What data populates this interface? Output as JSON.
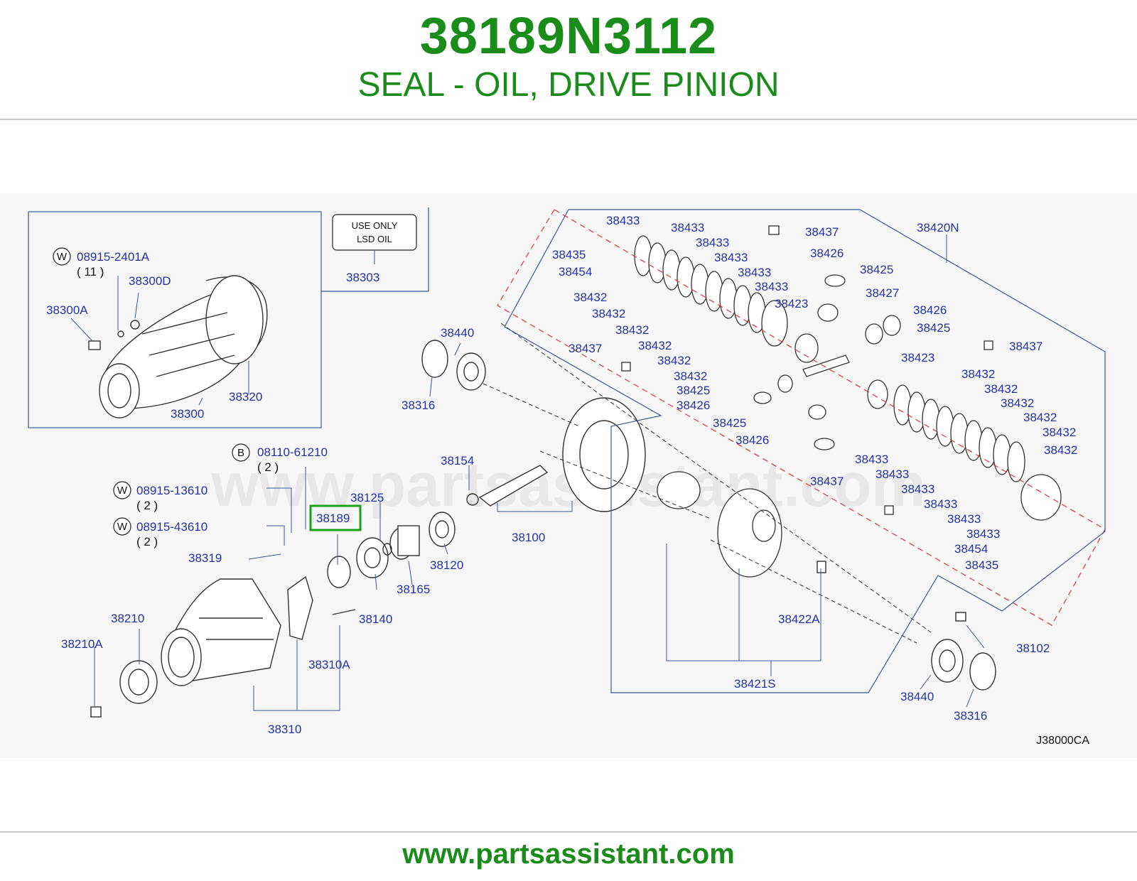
{
  "header": {
    "part_number": "38189N3112",
    "description": "SEAL - OIL, DRIVE PINION"
  },
  "footer": {
    "url": "www.partsassistant.com"
  },
  "diagram": {
    "code": "J38000CA",
    "watermark": "www.partsassistant.com",
    "highlighted": "38189",
    "note": {
      "line1": "USE   ONLY",
      "line2": "LSD   OIL"
    },
    "callouts": {
      "c0891524": "08915-2401A",
      "qty11": "( 11 )",
      "c38300D": "38300D",
      "c38300A": "38300A",
      "c38300": "38300",
      "c38320": "38320",
      "c38303": "38303",
      "c08110": "08110-61210",
      "qty2a": "( 2 )",
      "c0891513": "08915-13610",
      "qty2b": "( 2 )",
      "c0891543": "08915-43610",
      "qty2c": "( 2 )",
      "c38319": "38319",
      "c38125": "38125",
      "c38189": "38189",
      "c38140": "38140",
      "c38165": "38165",
      "c38120": "38120",
      "c38154": "38154",
      "c38100": "38100",
      "c38440a": "38440",
      "c38316a": "38316",
      "c38210": "38210",
      "c38210A": "38210A",
      "c38310A": "38310A",
      "c38310": "38310",
      "c38433a": "38433",
      "c38433b": "38433",
      "c38433c": "38433",
      "c38433d": "38433",
      "c38433e": "38433",
      "c38433f": "38433",
      "c38435a": "38435",
      "c38454a": "38454",
      "c38432a": "38432",
      "c38432b": "38432",
      "c38432c": "38432",
      "c38432d": "38432",
      "c38432e": "38432",
      "c38432f": "38432",
      "c38423a": "38423",
      "c38437a": "38437",
      "c38437b": "38437",
      "c38426a": "38426",
      "c38425a": "38425",
      "c38427": "38427",
      "c38426b": "38426",
      "c38425b": "38425",
      "c38437c": "38437",
      "c38423b": "38423",
      "c38420N": "38420N",
      "c38425c": "38425",
      "c38426c": "38426",
      "c38425d": "38425",
      "c38426d": "38426",
      "c38437d": "38437",
      "c38432g": "38432",
      "c38432h": "38432",
      "c38432i": "38432",
      "c38432j": "38432",
      "c38432k": "38432",
      "c38432l": "38432",
      "c38433g": "38433",
      "c38433h": "38433",
      "c38433i": "38433",
      "c38433j": "38433",
      "c38433k": "38433",
      "c38433l": "38433",
      "c38454b": "38454",
      "c38435b": "38435",
      "c38422A": "38422A",
      "c38421S": "38421S",
      "c38102": "38102",
      "c38440b": "38440",
      "c38316b": "38316",
      "mW1": "W",
      "mW2": "W",
      "mW3": "W",
      "mB": "B"
    }
  }
}
